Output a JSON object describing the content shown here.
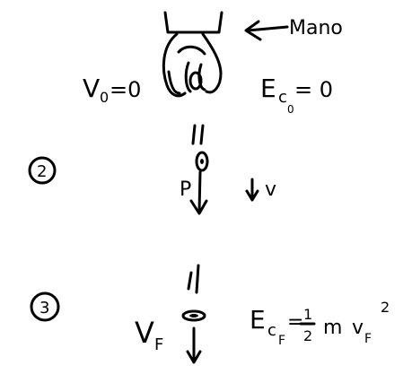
{
  "labels": {
    "hand": "Mano",
    "v0_main": "V",
    "v0_sub": "0",
    "v0_rest": "=0",
    "ec0_main": "E",
    "ec0_sub_c": "c",
    "ec0_sub_0": "0",
    "ec0_rest": "= 0",
    "stage2": "2",
    "weight": "P",
    "velocity": "v",
    "stage3": "3",
    "vf_main": "V",
    "vf_sub": "F",
    "ecf_main": "E",
    "ecf_sub_c": "c",
    "ecf_sub_f": "F",
    "ecf_eq": "=",
    "ecf_num": "1",
    "ecf_den": "2",
    "ecf_mass": "m",
    "ecf_v": "v",
    "ecf_v_sub": "F",
    "ecf_v_exp": "2"
  },
  "style": {
    "ink": "#000000",
    "background": "#ffffff"
  }
}
